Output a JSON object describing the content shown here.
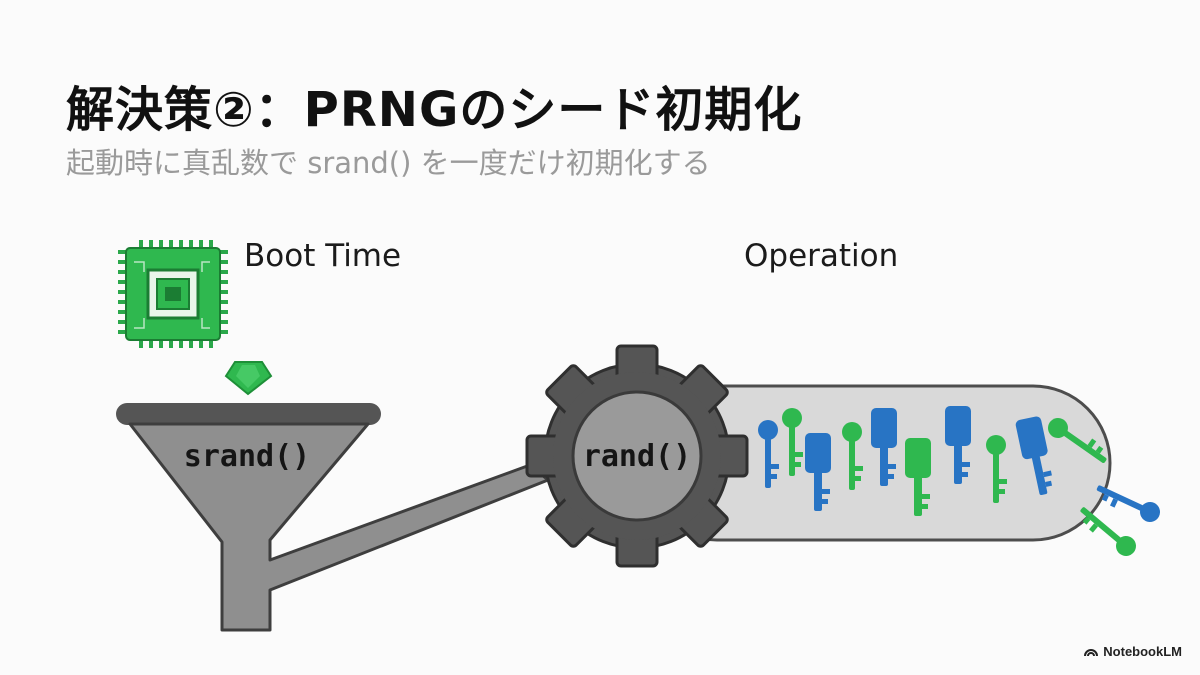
{
  "slide": {
    "title": "解決策②：PRNGのシード初期化",
    "subtitle": "起動時に真乱数で srand() を一度だけ初期化する"
  },
  "diagram": {
    "boot_label": "Boot Time",
    "operation_label": "Operation",
    "funnel_label": "srand()",
    "gear_label": "rand()",
    "icons": [
      "chip-icon",
      "gem-icon",
      "funnel-icon",
      "gear-icon",
      "key-icon"
    ]
  },
  "brand": {
    "name": "NotebookLM"
  },
  "colors": {
    "green": "#2fb84f",
    "green_dark": "#1e8f38",
    "blue": "#2874c4",
    "gray_dark": "#555555",
    "gray_mid": "#8f8f8f",
    "gray_light": "#d9d9d9"
  }
}
